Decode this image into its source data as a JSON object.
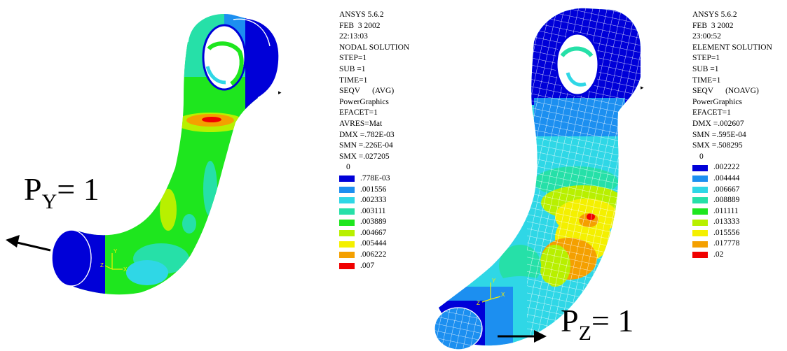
{
  "figures": [
    {
      "id": "left",
      "header": [
        "ANSYS 5.6.2",
        "FEB  3 2002",
        "22:13:03",
        "NODAL SOLUTION",
        "STEP=1",
        "SUB =1",
        "TIME=1",
        "SEQV      (AVG)",
        "PowerGraphics",
        "EFACET=1",
        "AVRES=Mat",
        "DMX =.782E-03",
        "SMN =.226E-04",
        "SMX =.027205"
      ],
      "zero": "0",
      "legend": [
        {
          "label": ".778E-03",
          "color": "#0000d8"
        },
        {
          "label": ".001556",
          "color": "#1c8ff0"
        },
        {
          "label": ".002333",
          "color": "#2fd7e6"
        },
        {
          "label": ".003111",
          "color": "#26e0a8"
        },
        {
          "label": ".003889",
          "color": "#1ee61e"
        },
        {
          "label": ".004667",
          "color": "#b8f000"
        },
        {
          "label": ".005444",
          "color": "#f4f000"
        },
        {
          "label": ".006222",
          "color": "#f4a000"
        },
        {
          "label": ".007",
          "color": "#f00000"
        }
      ],
      "load": {
        "base": "P",
        "sub": "Y",
        "rest": "= 1"
      }
    },
    {
      "id": "right",
      "header": [
        "ANSYS 5.6.2",
        "FEB  3 2002",
        "23:00:52",
        "ELEMENT SOLUTION",
        "STEP=1",
        "SUB =1",
        "TIME=1",
        "SEQV      (NOAVG)",
        "PowerGraphics",
        "EFACET=1",
        "DMX =.002607",
        "SMN =.595E-04",
        "SMX =.508295"
      ],
      "zero": "0",
      "legend": [
        {
          "label": ".002222",
          "color": "#0000d8"
        },
        {
          "label": ".004444",
          "color": "#1c8ff0"
        },
        {
          "label": ".006667",
          "color": "#2fd7e6"
        },
        {
          "label": ".008889",
          "color": "#26e0a8"
        },
        {
          "label": ".011111",
          "color": "#1ee61e"
        },
        {
          "label": ".013333",
          "color": "#b8f000"
        },
        {
          "label": ".015556",
          "color": "#f4f000"
        },
        {
          "label": ".017778",
          "color": "#f4a000"
        },
        {
          "label": ".02",
          "color": "#f00000"
        }
      ],
      "load": {
        "base": "P",
        "sub": "Z",
        "rest": "= 1"
      }
    }
  ],
  "triad": {
    "x": "X",
    "y": "Y",
    "z": "Z"
  },
  "colors": {
    "background": "#ffffff",
    "mesh_line": "#ffffff"
  }
}
